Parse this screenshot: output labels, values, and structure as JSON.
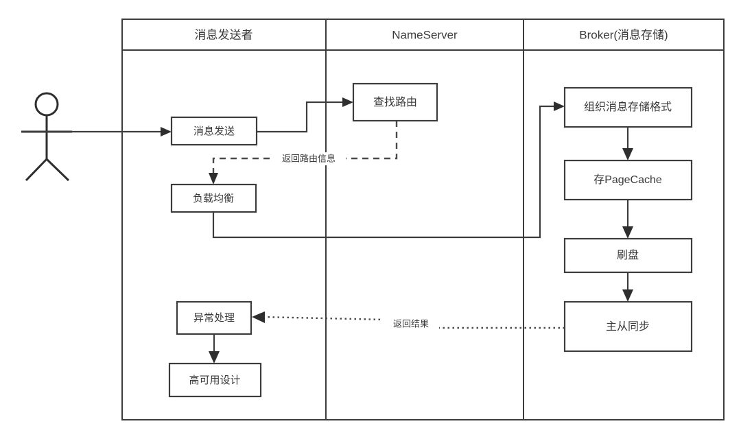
{
  "diagram": {
    "title_lanes": [
      {
        "id": "sender",
        "label": "消息发送者"
      },
      {
        "id": "nameserver",
        "label": "NameServer"
      },
      {
        "id": "broker",
        "label": "Broker(消息存储)"
      }
    ],
    "actor": {
      "name": "actor-stick-figure",
      "label": ""
    },
    "nodes": [
      {
        "id": "send-message",
        "label": "消息发送",
        "lane": "sender"
      },
      {
        "id": "find-route",
        "label": "查找路由",
        "lane": "nameserver"
      },
      {
        "id": "load-balance",
        "label": "负载均衡",
        "lane": "sender"
      },
      {
        "id": "exception-handling",
        "label": "异常处理",
        "lane": "sender"
      },
      {
        "id": "high-availability-design",
        "label": "高可用设计",
        "lane": "sender"
      },
      {
        "id": "organize-storage-format",
        "label": "组织消息存储格式",
        "lane": "broker"
      },
      {
        "id": "store-pagecache",
        "label": "存PageCache",
        "lane": "broker"
      },
      {
        "id": "flush-disk",
        "label": "刷盘",
        "lane": "broker"
      },
      {
        "id": "master-slave-sync",
        "label": "主从同步",
        "lane": "broker"
      }
    ],
    "edges": [
      {
        "id": "actor-to-send",
        "label": "",
        "style": "solid"
      },
      {
        "id": "send-to-find-route",
        "label": "",
        "style": "solid"
      },
      {
        "id": "route-info-return",
        "label": "返回路由信息",
        "style": "dashed"
      },
      {
        "id": "loadbalance-to-broker",
        "label": "",
        "style": "solid"
      },
      {
        "id": "organize-to-pagecache",
        "label": "",
        "style": "solid"
      },
      {
        "id": "pagecache-to-flush",
        "label": "",
        "style": "solid"
      },
      {
        "id": "flush-to-sync",
        "label": "",
        "style": "solid"
      },
      {
        "id": "result-return",
        "label": "返回结果",
        "style": "dotted"
      },
      {
        "id": "exception-to-ha",
        "label": "",
        "style": "solid"
      }
    ],
    "colors": {
      "stroke": "#3c3c3c",
      "text": "#3a3a3a",
      "background": "#ffffff"
    }
  }
}
